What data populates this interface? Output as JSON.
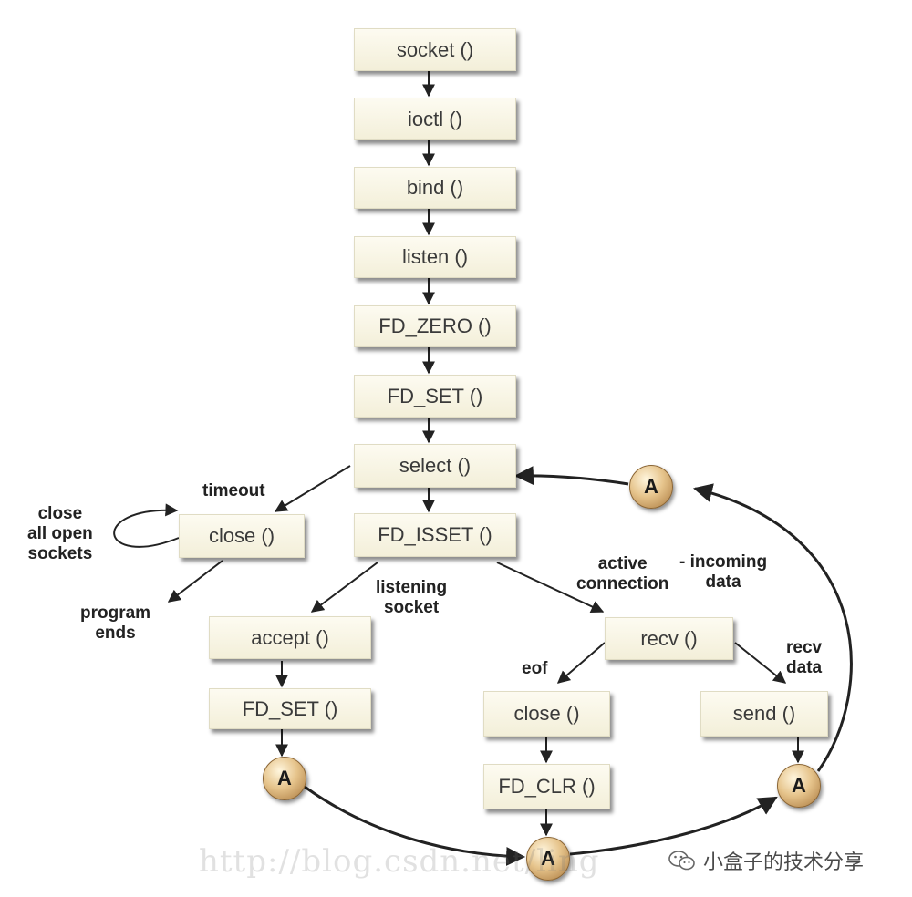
{
  "diagram": {
    "boxes": {
      "socket": "socket ()",
      "ioctl": "ioctl ()",
      "bind": "bind ()",
      "listen": "listen ()",
      "fd_zero": "FD_ZERO ()",
      "fd_set_main": "FD_SET ()",
      "select": "select ()",
      "fd_isset": "FD_ISSET ()",
      "close_timeout": "close ()",
      "accept": "accept ()",
      "fd_set_accept": "FD_SET ()",
      "recv": "recv ()",
      "close_eof": "close ()",
      "fd_clr": "FD_CLR ()",
      "send": "send ()"
    },
    "labels": {
      "timeout": "timeout",
      "close_all": "close\nall open\nsockets",
      "program_ends": "program\nends",
      "listening_socket": "listening\nsocket",
      "active_connection": "active\nconnection",
      "incoming_data": "- incoming\ndata",
      "eof": "eof",
      "recv_data": "recv\ndata"
    },
    "connector_label": "A"
  },
  "watermark": {
    "url_text": "http://blog.csdn.net/ling",
    "brand_text": "小盒子的技术分享"
  },
  "colors": {
    "box_fill": "#f6f2de",
    "arrow": "#222222",
    "connector": "#d9b57a"
  }
}
